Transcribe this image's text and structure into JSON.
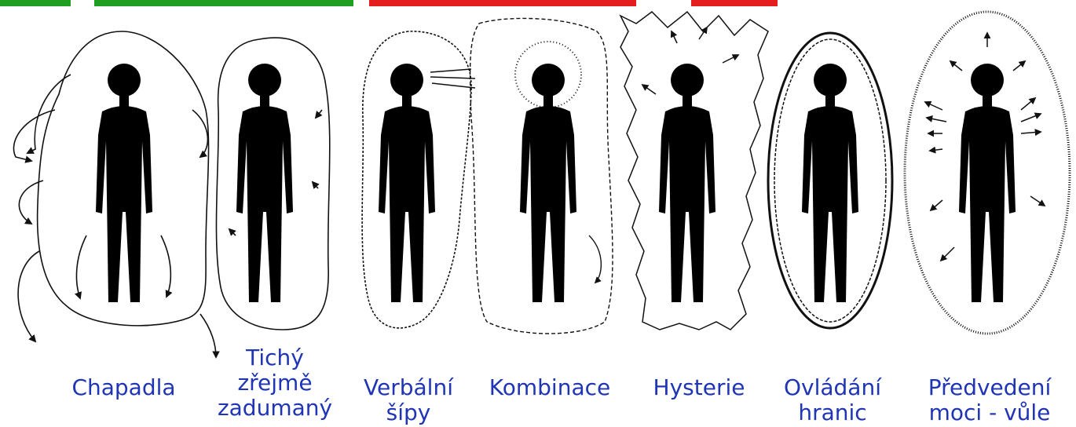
{
  "header_fragment": {
    "color_green": "#1f9e1f",
    "color_red": "#e41e1e"
  },
  "label_color": "#1f35b5",
  "figures": [
    {
      "name": "chapadla",
      "style": "tentacles",
      "label": [
        "Chapadla"
      ]
    },
    {
      "name": "tichy",
      "style": "quiet",
      "label": [
        "Tichý",
        "zřejmě",
        "zadumaný"
      ]
    },
    {
      "name": "verbalni",
      "style": "verbal-arrows",
      "label": [
        "Verbální",
        "šípy"
      ]
    },
    {
      "name": "kombinace",
      "style": "combination",
      "label": [
        "Kombinace"
      ]
    },
    {
      "name": "hysterie",
      "style": "hysteria",
      "label": [
        "Hysterie"
      ]
    },
    {
      "name": "ovladani",
      "style": "boundary-control",
      "label": [
        "Ovládání",
        "hranic"
      ]
    },
    {
      "name": "predvedeni",
      "style": "will-power",
      "label": [
        "Předvedení",
        "moci - vůle"
      ]
    }
  ]
}
